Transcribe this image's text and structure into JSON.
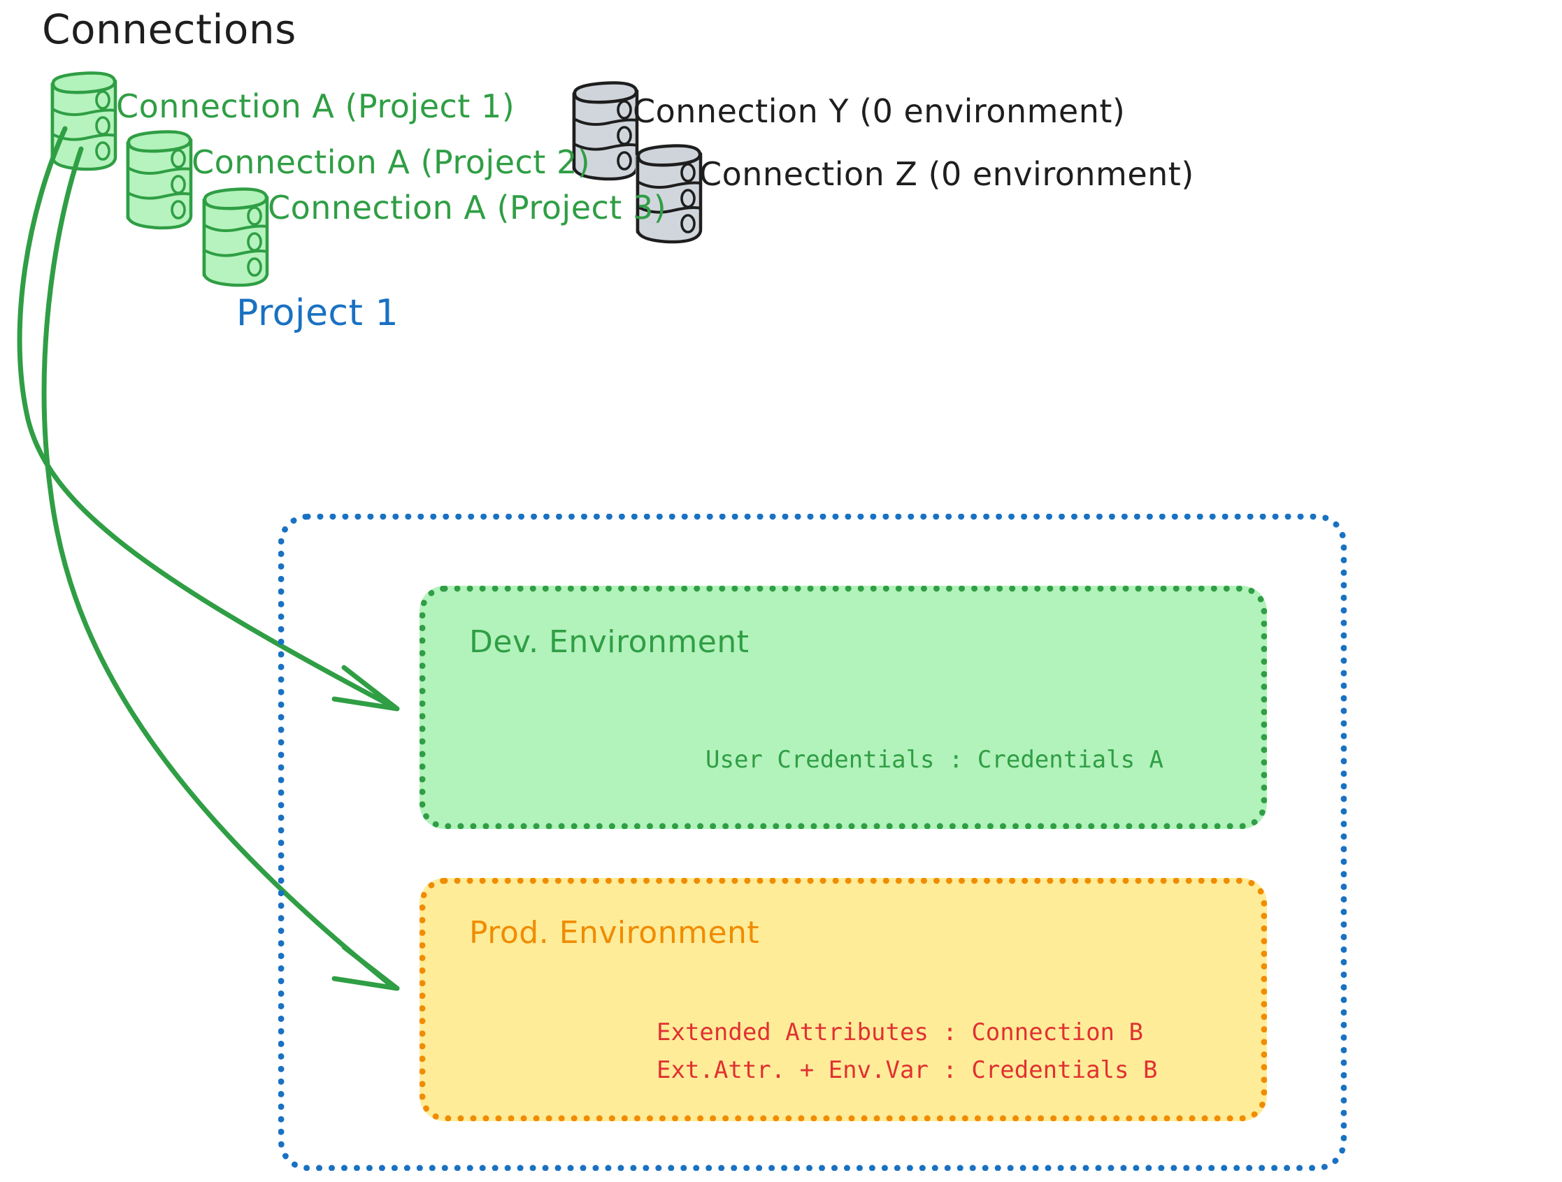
{
  "page": {
    "title": "Connections",
    "background": "#ffffff"
  },
  "colors": {
    "green_stroke": "#2f9e44",
    "green_fill": "#b2f2bb",
    "gray_stroke": "#1e1e1e",
    "gray_fill": "#ced4da",
    "blue": "#1971c2",
    "orange": "#f08c00",
    "yellow_fill": "#ffec99",
    "red": "#e03131",
    "black": "#1e1e1e"
  },
  "connections": {
    "heading": "Connections",
    "project_connections": [
      {
        "id": "conn-a-project-1",
        "label": "Connection A (Project 1)",
        "color": "green",
        "icon": "database-icon"
      },
      {
        "id": "conn-a-project-2",
        "label": "Connection A (Project 2)",
        "color": "green",
        "icon": "database-icon"
      },
      {
        "id": "conn-a-project-3",
        "label": "Connection A (Project 3)",
        "color": "green",
        "icon": "database-icon"
      }
    ],
    "unassigned_connections": [
      {
        "id": "conn-y",
        "label": "Connection Y (0 environment)",
        "color": "gray",
        "icon": "database-icon"
      },
      {
        "id": "conn-z",
        "label": "Connection Z (0 environment)",
        "color": "gray",
        "icon": "database-icon"
      }
    ]
  },
  "project": {
    "title": "Project 1",
    "environments": [
      {
        "id": "dev-environment",
        "title": "Dev. Environment",
        "accent": "#2f9e44",
        "fill": "#b2f2bb",
        "rows": [
          {
            "key": "User Credentials",
            "separator": ":",
            "value": "Credentials A",
            "text": "User Credentials : Credentials A"
          }
        ]
      },
      {
        "id": "prod-environment",
        "title": "Prod. Environment",
        "accent": "#f08c00",
        "fill": "#ffec99",
        "rows": [
          {
            "key": "Extended Attributes",
            "separator": ":",
            "value": "Connection B",
            "text": "Extended Attributes : Connection B"
          },
          {
            "key": "Ext.Attr. + Env.Var",
            "separator": ":",
            "value": "Credentials B",
            "text": "Ext.Attr. + Env.Var : Credentials B"
          }
        ]
      }
    ]
  },
  "arrows": [
    {
      "id": "arrow-conn-a-to-dev",
      "from": "conn-a-project-1",
      "to": "dev-environment",
      "color": "#2f9e44"
    },
    {
      "id": "arrow-conn-a-to-prod",
      "from": "conn-a-project-1",
      "to": "prod-environment",
      "color": "#2f9e44"
    }
  ]
}
